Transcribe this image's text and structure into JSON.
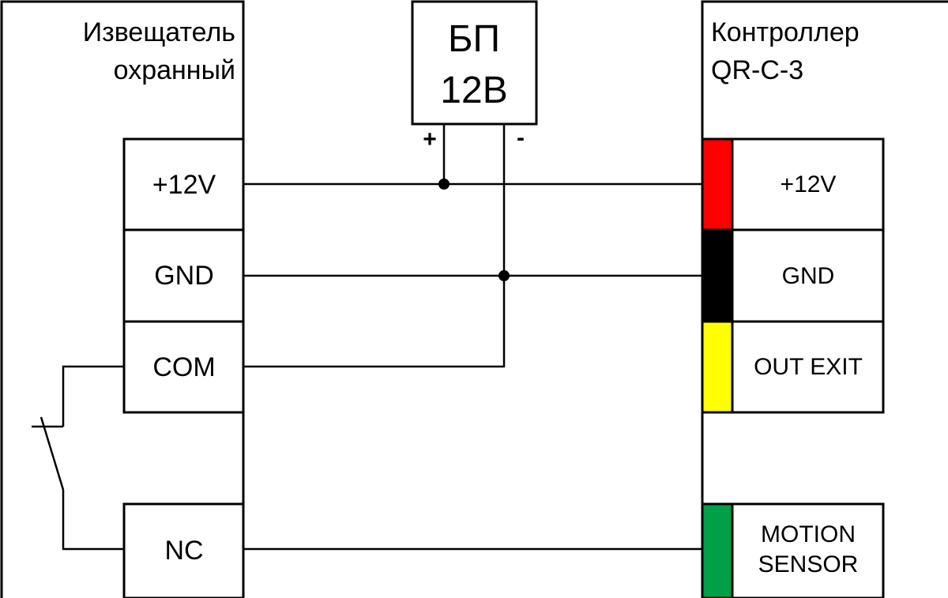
{
  "sensor": {
    "title_line1": "Извещатель",
    "title_line2": "охранный",
    "terminals": [
      "+12V",
      "GND",
      "COM",
      "NC"
    ]
  },
  "psu": {
    "title_line1": "БП",
    "title_line2": "12В",
    "plus": "+",
    "minus": "-"
  },
  "controller": {
    "title_line1": "Контроллер",
    "title_line2": "QR-C-3",
    "terminals": [
      {
        "label": "+12V",
        "color": "#ff0000"
      },
      {
        "label": "GND",
        "color": "#000000"
      },
      {
        "label": "OUT EXIT",
        "color": "#ffff00"
      },
      {
        "label_line1": "MOTION",
        "label_line2": "SENSOR",
        "color": "#00a046"
      }
    ]
  }
}
